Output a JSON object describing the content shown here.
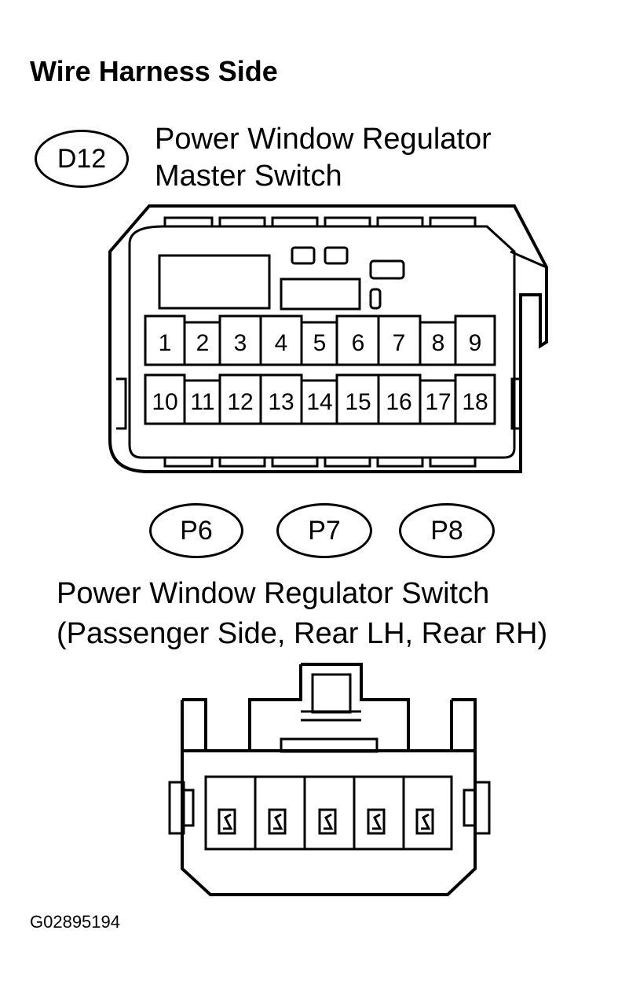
{
  "heading": "Wire Harness Side",
  "connector_d12": {
    "code": "D12",
    "name_line1": "Power Window Regulator",
    "name_line2": "Master Switch",
    "pins_top": [
      "1",
      "2",
      "3",
      "4",
      "5",
      "6",
      "7",
      "8",
      "9"
    ],
    "pins_bottom": [
      "10",
      "11",
      "12",
      "13",
      "14",
      "15",
      "16",
      "17",
      "18"
    ]
  },
  "connector_group": {
    "codes": [
      "P6",
      "P7",
      "P8"
    ],
    "name_line1": "Power Window Regulator Switch",
    "name_line2": "(Passenger Side, Rear LH, Rear RH)",
    "terminal_count": 5
  },
  "figure_id": "G02895194"
}
